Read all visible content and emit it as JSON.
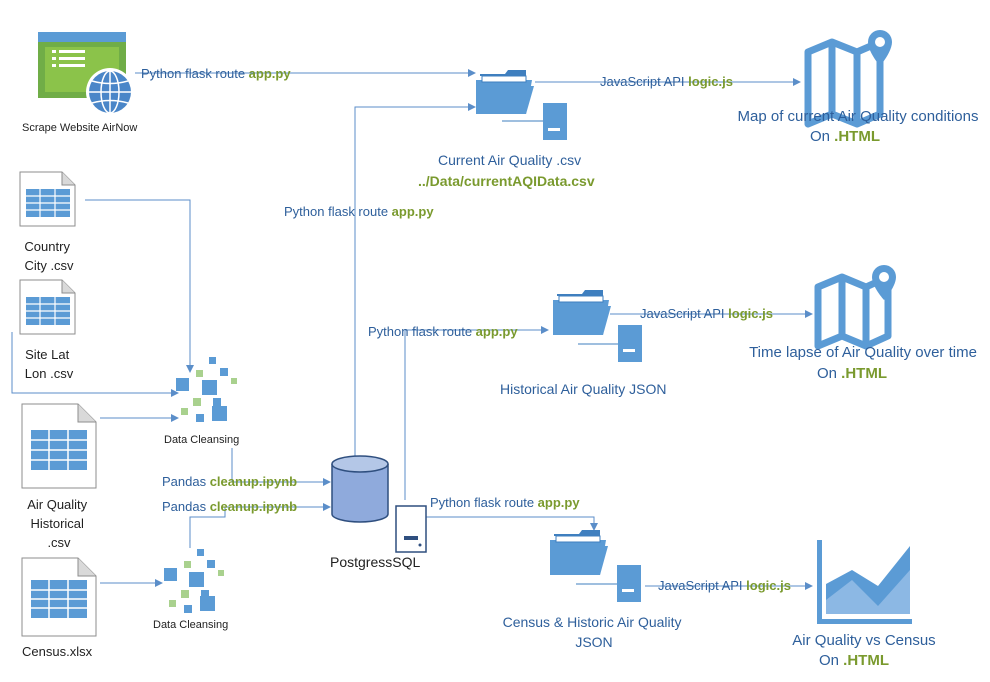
{
  "scrape_label": "Scrape Website AirNow",
  "country_city_label": [
    "Country",
    "City .csv"
  ],
  "site_latlon_label": [
    "Site Lat",
    "Lon .csv"
  ],
  "aq_historical_label": [
    "Air Quality",
    "Historical",
    ".csv"
  ],
  "census_label": "Census.xlsx",
  "data_cleansing_1": "Data Cleansing",
  "data_cleansing_2": "Data Cleansing",
  "flask_route_top": {
    "prefix": "Python flask route ",
    "file": "app.py"
  },
  "flask_route_mid1": {
    "prefix": "Python flask route ",
    "file": "app.py"
  },
  "flask_route_mid2": {
    "prefix": "Python flask route ",
    "file": "app.py"
  },
  "flask_route_bottom": {
    "prefix": "Python flask route ",
    "file": "app.py"
  },
  "pandas_1": {
    "prefix": "Pandas ",
    "file": "cleanup.ipynb"
  },
  "pandas_2": {
    "prefix": "Pandas ",
    "file": "cleanup.ipynb"
  },
  "postgres_label": "PostgressSQL",
  "current_csv": {
    "label": "Current Air Quality .csv",
    "path": "../Data/currentAQIData.csv"
  },
  "historical_json": "Historical Air Quality JSON",
  "census_json": [
    "Census & Historic Air Quality",
    "JSON"
  ],
  "js_api_1": {
    "prefix": "JavaScript API ",
    "file": "logic.js"
  },
  "js_api_2": {
    "prefix": "JavaScript API  ",
    "file": "logic.js"
  },
  "js_api_3": {
    "prefix": "JavaScript API ",
    "file": "logic.js"
  },
  "output_map": {
    "line1": "Map of current Air Quality conditions",
    "prefix": "On ",
    "file": ".HTML"
  },
  "output_timelapse": {
    "line1": "Time lapse of Air Quality over time",
    "prefix": "On ",
    "file": ".HTML"
  },
  "output_census": {
    "line1": "Air Quality vs Census",
    "prefix": "On ",
    "file": ".HTML"
  },
  "colors": {
    "line": "#5b8ec9",
    "icon": "#5b9bd5",
    "green": "#7a9a2e",
    "text_blue": "#2e5f9b",
    "web_green": "#70ad47"
  }
}
